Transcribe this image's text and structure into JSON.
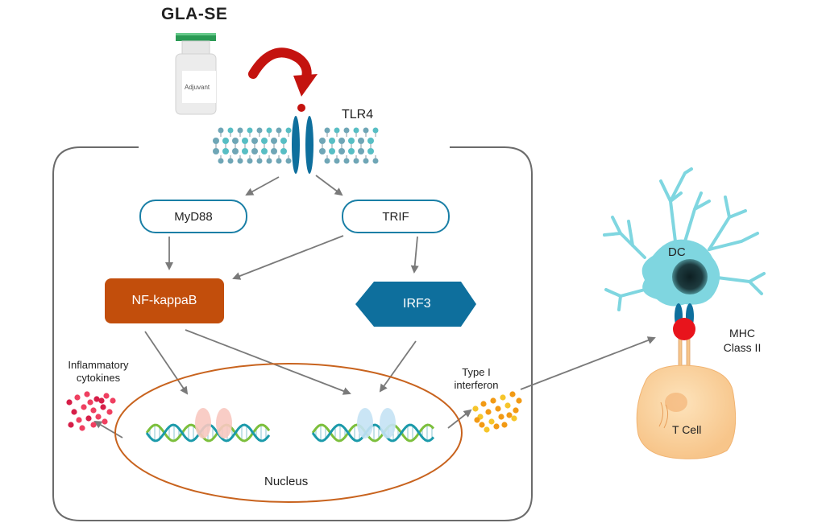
{
  "title": "GLA-SE",
  "vial_label": "Adjuvant",
  "receptor_label": "TLR4",
  "pathways": {
    "myd88": "MyD88",
    "trif": "TRIF",
    "nfkappab": "NF-kappaB",
    "irf3": "IRF3"
  },
  "outputs": {
    "inflammatory_line1": "Inflammatory",
    "inflammatory_line2": "cytokines",
    "interferon_line1": "Type I",
    "interferon_line2": "interferon"
  },
  "nucleus_label": "Nucleus",
  "dc_label": "DC",
  "mhc_line1": "MHC",
  "mhc_line2": "Class II",
  "tcell_label": "T Cell",
  "colors": {
    "nfkappab_fill": "#c24e0c",
    "irf3_fill": "#0e6f9d",
    "outline_blue": "#1a7fa6",
    "nucleus_ring": "#c8631e",
    "arrow_gray": "#7a7a7a",
    "red_arrow": "#c4130f",
    "dc_fill": "#7fd6e0",
    "tcell_fill": "#fbd5a0",
    "mhc_red": "#e8141c",
    "cytokine_red": "#e8304f",
    "interferon_orange": "#f2a61a"
  }
}
